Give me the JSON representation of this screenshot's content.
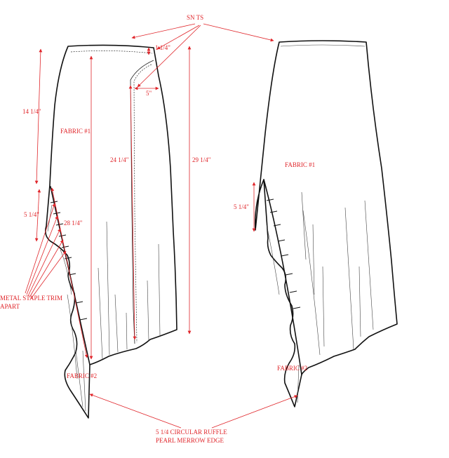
{
  "labels": {
    "top_callout": "SN TS",
    "waist_band": "1 1/4\"",
    "overlap_width": "5\"",
    "side_length": "14 1/4\"",
    "fabric1_front": "FABRIC #1",
    "inner_length": "24 1/4\"",
    "full_length": "29 1/4\"",
    "ruffle_height_front": "5 1/4\"",
    "ruffle_length": "28 1/4\"",
    "staple_line1": "METAL STAPLE TRIM",
    "staple_line2": "APART",
    "fabric2_front": "FABRIC #2",
    "fabric1_back": "FABRIC #1",
    "ruffle_height_back": "5 1/4\"",
    "fabric2_back": "FABRIC #2",
    "bottom_line1": "5 1/4 CIRCULAR RUFFLE",
    "bottom_line2": "PEARL MERROW EDGE"
  },
  "colors": {
    "annotation": "#e0262b",
    "linework": "#111111"
  }
}
